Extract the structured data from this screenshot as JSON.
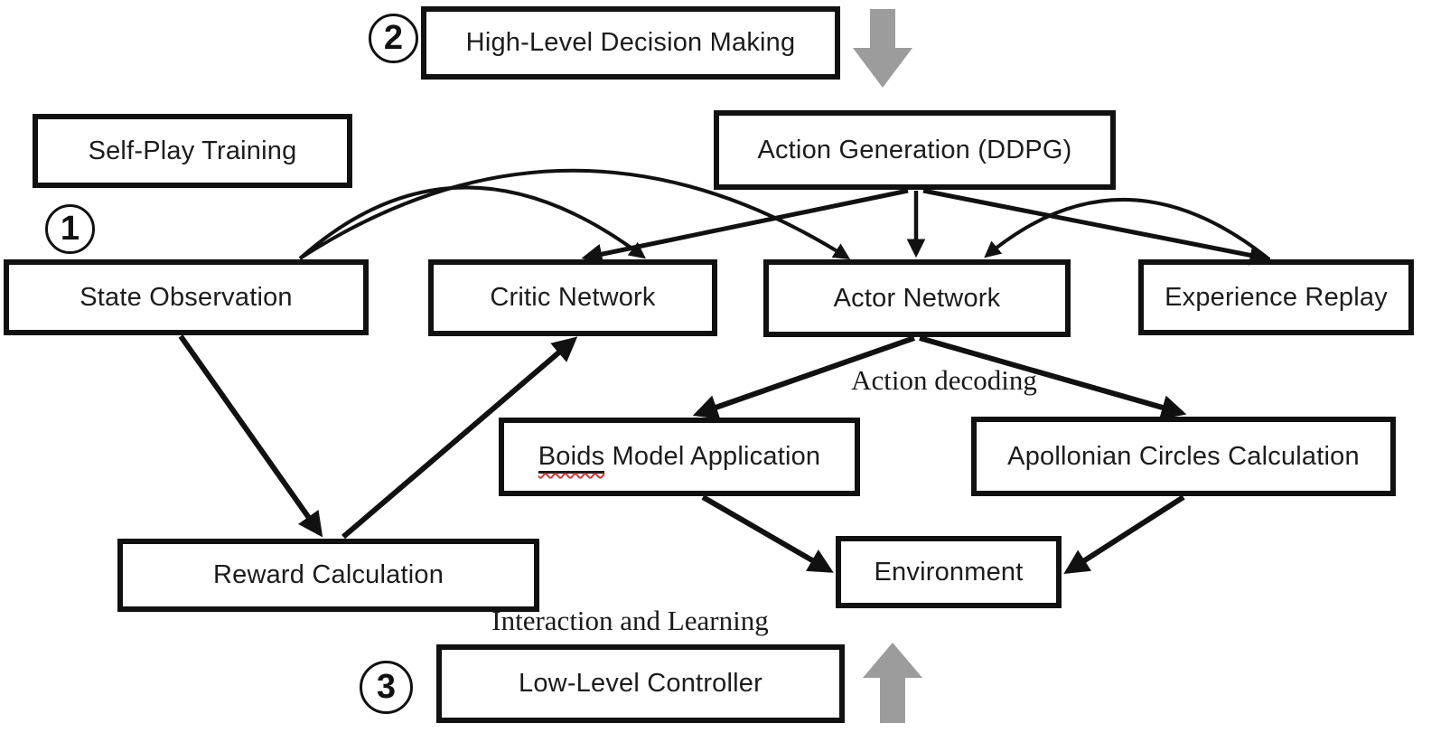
{
  "nodes": {
    "high_level": {
      "label": "High-Level Decision Making"
    },
    "self_play": {
      "label": "Self-Play Training"
    },
    "action_generation": {
      "label": "Action Generation (DDPG)"
    },
    "state_observation": {
      "label": "State Observation"
    },
    "critic_network": {
      "label": "Critic Network"
    },
    "actor_network": {
      "label": "Actor Network"
    },
    "experience_replay": {
      "label": "Experience Replay"
    },
    "boids_model": {
      "label_underlined": "Boids",
      "label_rest": " Model Application"
    },
    "apollonian_circles": {
      "label": "Apollonian Circles Calculation"
    },
    "environment": {
      "label": "Environment"
    },
    "reward_calculation": {
      "label": "Reward Calculation"
    },
    "low_level": {
      "label": "Low-Level Controller"
    }
  },
  "annotations": {
    "action_decoding": "Action decoding",
    "interaction_learning": "Interaction and Learning"
  },
  "step_markers": {
    "one": "1",
    "two": "2",
    "three": "3"
  },
  "edges": [
    {
      "from": "state_observation",
      "to": "critic_network",
      "style": "arc"
    },
    {
      "from": "state_observation",
      "to": "actor_network",
      "style": "arc"
    },
    {
      "from": "experience_replay",
      "to": "actor_network",
      "style": "arc"
    },
    {
      "from": "action_generation",
      "to": "critic_network",
      "style": "straight"
    },
    {
      "from": "action_generation",
      "to": "actor_network",
      "style": "straight"
    },
    {
      "from": "action_generation",
      "to": "experience_replay",
      "style": "straight"
    },
    {
      "from": "state_observation",
      "to": "reward_calculation",
      "style": "straight"
    },
    {
      "from": "reward_calculation",
      "to": "critic_network",
      "style": "straight"
    },
    {
      "from": "actor_network",
      "to": "boids_model",
      "style": "straight"
    },
    {
      "from": "actor_network",
      "to": "apollonian_circles",
      "style": "straight"
    },
    {
      "from": "boids_model",
      "to": "environment",
      "style": "straight"
    },
    {
      "from": "apollonian_circles",
      "to": "environment",
      "style": "straight"
    }
  ],
  "flow_arrows": {
    "top": "down",
    "bottom": "up"
  },
  "colors": {
    "line": "#111111",
    "box_border": "#111111",
    "text": "#1c1c1c",
    "flow_arrow_gray": "#9c9c9c",
    "spellcheck_red": "#d03a3a",
    "background": "#ffffff"
  }
}
